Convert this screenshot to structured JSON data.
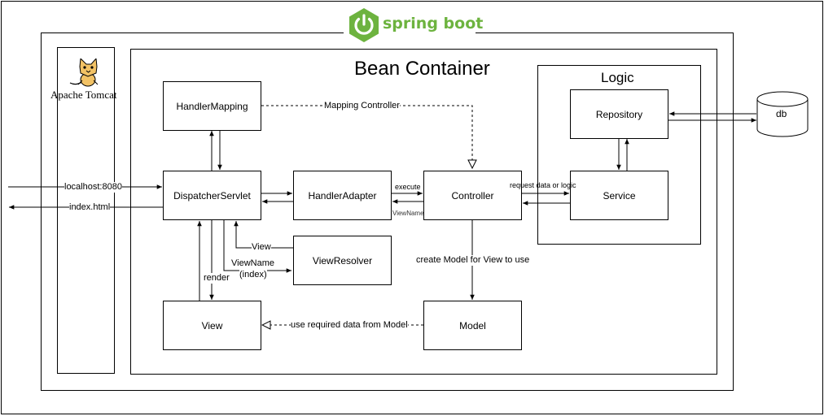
{
  "brand": {
    "text": "spring boot",
    "color": "#6db33f"
  },
  "tomcat": {
    "label": "Apache Tomcat"
  },
  "container": {
    "title": "Bean Container"
  },
  "logic": {
    "title": "Logic"
  },
  "nodes": {
    "handler_mapping": "HandlerMapping",
    "dispatcher": "DispatcherServlet",
    "handler_adapter": "HandlerAdapter",
    "controller": "Controller",
    "repository": "Repository",
    "service": "Service",
    "view_resolver": "ViewResolver",
    "view": "View",
    "model": "Model",
    "db": "db"
  },
  "edges": {
    "request": "localhost:8080",
    "response": "index.html",
    "mapping": "Mapping Controller",
    "execute": "execute",
    "view_name_back": "ViewName",
    "request_data": "request data or logic",
    "view_return": "View",
    "view_name": "ViewName",
    "view_name_index": "(index)",
    "render": "render",
    "create_model": "create Model for View to use",
    "use_model": "use required data from Model"
  }
}
